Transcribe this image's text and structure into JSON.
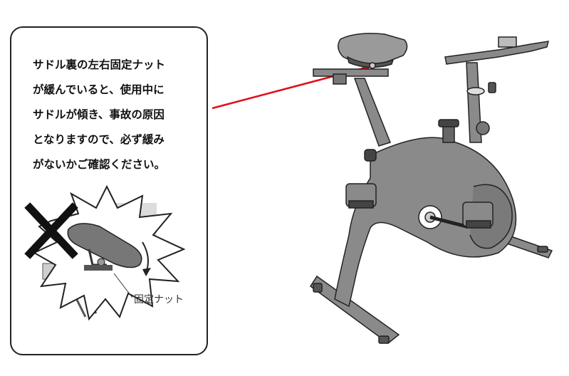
{
  "warning": {
    "lines": [
      "サドル裏の左右固定ナット",
      "が緩んでいると、使用中に",
      "サドルが傾き、事故の原因",
      "となりますので、必ず緩み",
      "がないかご確認ください。"
    ]
  },
  "inset": {
    "nut_label": "固定ナット",
    "mark": "prohibited-x"
  },
  "colors": {
    "arrow": "#e0101a",
    "bike_body": "#8a8a8a",
    "outline": "#222222"
  }
}
